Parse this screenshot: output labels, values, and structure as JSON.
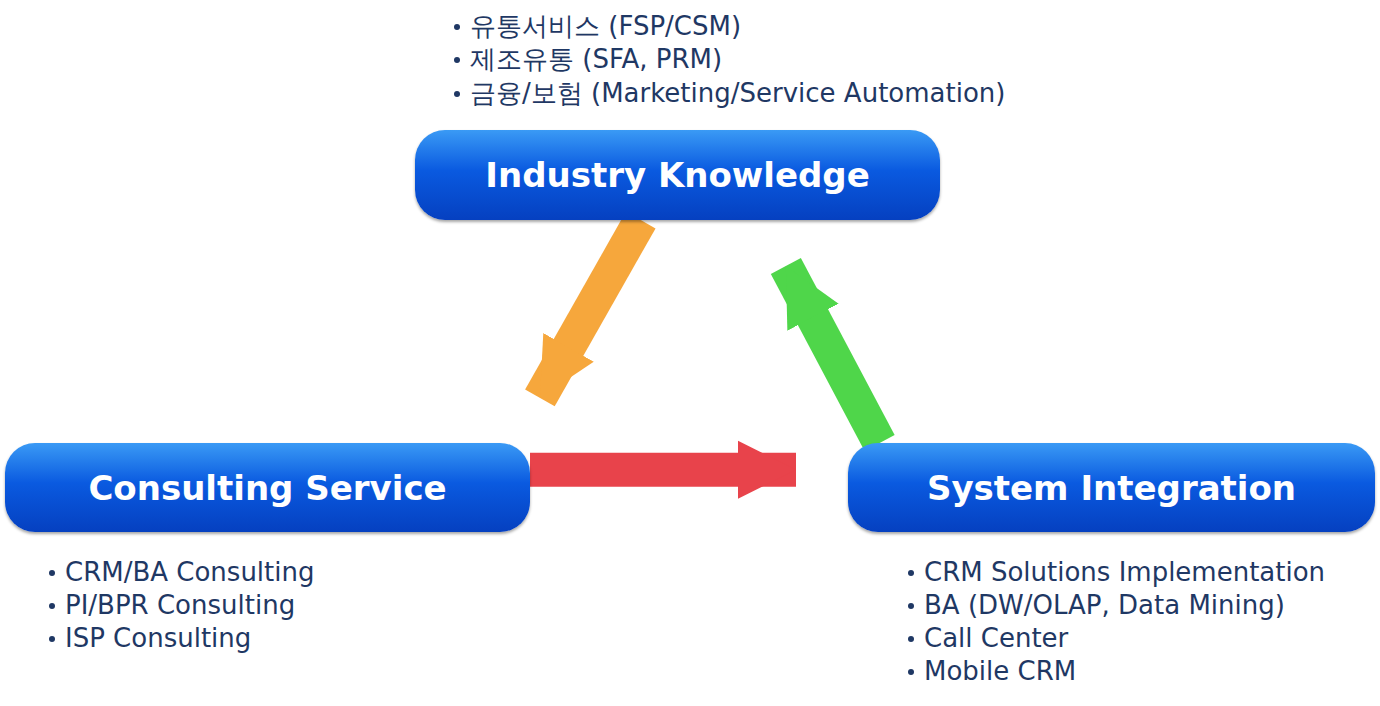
{
  "diagram": {
    "nodes": [
      {
        "text": [
          "Industry Knowledge"
        ]
      },
      {
        "text": [
          "Consulting Service"
        ]
      },
      {
        "text": [
          "System Integration"
        ]
      }
    ],
    "edges": [
      {
        "from": 0,
        "to": 1,
        "arrow": "to"
      },
      {
        "from": 1,
        "to": 2,
        "arrow": "to"
      },
      {
        "from": 2,
        "to": 0,
        "arrow": "to"
      }
    ],
    "labels": [
      "유통서비스 (FSP/CSM)",
      "제조유통 (SFA, PRM)",
      "금융/보험 (Marketing/Service Automation)",
      "CRM/BA Consulting",
      "PI/BPR Consulting",
      "ISP Consulting",
      "CRM Solutions Implementation",
      "BA (DW/OLAP, Data Mining)",
      "Call Center",
      "Mobile CRM"
    ]
  }
}
